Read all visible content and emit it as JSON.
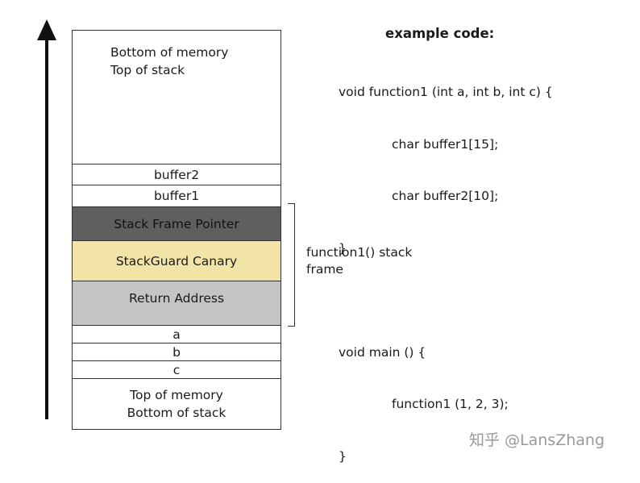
{
  "stack": {
    "top_region": [
      "Bottom of memory",
      "Top of stack"
    ],
    "buffer2": "buffer2",
    "buffer1": "buffer1",
    "frame_pointer": "Stack Frame Pointer",
    "canary": "StackGuard Canary",
    "return_address": "Return Address",
    "arg_a": "a",
    "arg_b": "b",
    "arg_c": "c",
    "bottom_region": [
      "Top of memory",
      "Bottom of stack"
    ]
  },
  "frame_label": [
    "function1() stack",
    "frame"
  ],
  "code": {
    "title": "example code:",
    "lines": [
      "void function1 (int a, int b, int c) {",
      "char buffer1[15];",
      "char buffer2[10];",
      "}",
      "",
      "void main () {",
      "function1 (1, 2, 3);",
      "}"
    ]
  },
  "watermark": "知乎 @LansZhang",
  "colors": {
    "frame_pointer": "#5f5f5f",
    "canary": "#f2e4a7",
    "return_address": "#c4c4c4"
  }
}
